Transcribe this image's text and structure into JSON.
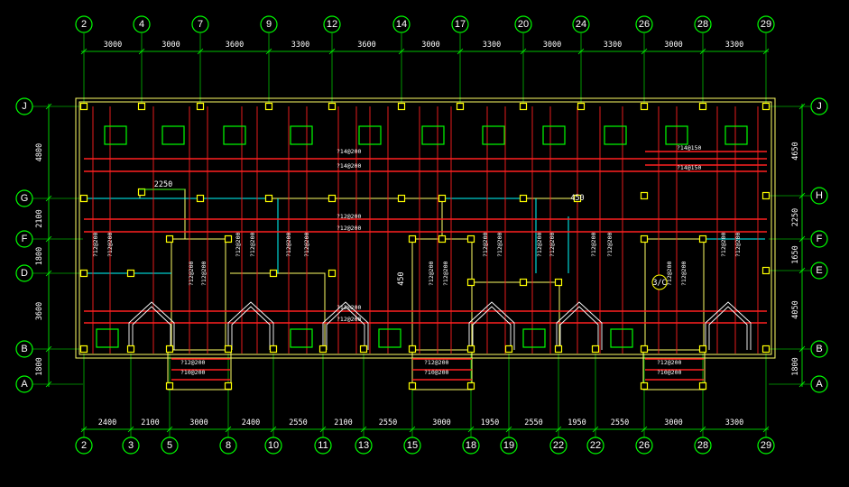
{
  "top_axes": [
    "2",
    "4",
    "7",
    "9",
    "12",
    "14",
    "17",
    "20",
    "24",
    "26",
    "28",
    "29"
  ],
  "top_dims": [
    "3000",
    "3000",
    "3600",
    "3300",
    "3600",
    "3000",
    "3300",
    "3000",
    "3300",
    "3000",
    "3300"
  ],
  "bottom_axes": [
    "2",
    "3",
    "5",
    "8",
    "10",
    "11",
    "13",
    "15",
    "18",
    "19",
    "22",
    "22",
    "26",
    "28",
    "29"
  ],
  "bottom_dims": [
    "2400",
    "2100",
    "3000",
    "2400",
    "2550",
    "2100",
    "2550",
    "3000",
    "1950",
    "2550",
    "1950",
    "2550",
    "3000",
    "3300"
  ],
  "left_axes": [
    "J",
    "G",
    "F",
    "D",
    "B",
    "A"
  ],
  "left_dims": [
    "4800",
    "2100",
    "1800",
    "3600",
    "1800"
  ],
  "right_axes": [
    "J",
    "H",
    "F",
    "E",
    "B",
    "A"
  ],
  "right_dims": [
    "4650",
    "2250",
    "1650",
    "4050",
    "1800"
  ],
  "annotations": {
    "dim_2250": "2250",
    "dim_450_a": "450",
    "dim_450_b": "450",
    "tag_3c": "3/C",
    "rebar_h_1": "?14@200",
    "rebar_h_2": "?14@200",
    "rebar_h_3": "?14@150",
    "rebar_h_4": "?14@150",
    "rebar_h_5": "?12@200",
    "rebar_h_6": "?12@200",
    "rebar_h_7": "?12@200",
    "rebar_h_8": "?12@200",
    "rebar_b_1": "?12@200",
    "rebar_b_2": "?10@200",
    "rebar_b_3": "?12@200",
    "rebar_b_4": "?10@200",
    "rebar_b_5": "?12@200",
    "rebar_b_6": "?10@200",
    "rebar_v": "?12@200"
  },
  "colors": {
    "axis": "#00ff00",
    "rebar": "#ff2020",
    "column": "#ffff00",
    "wall": "#ffff66",
    "cyan": "#00ffff",
    "background": "#000000"
  }
}
